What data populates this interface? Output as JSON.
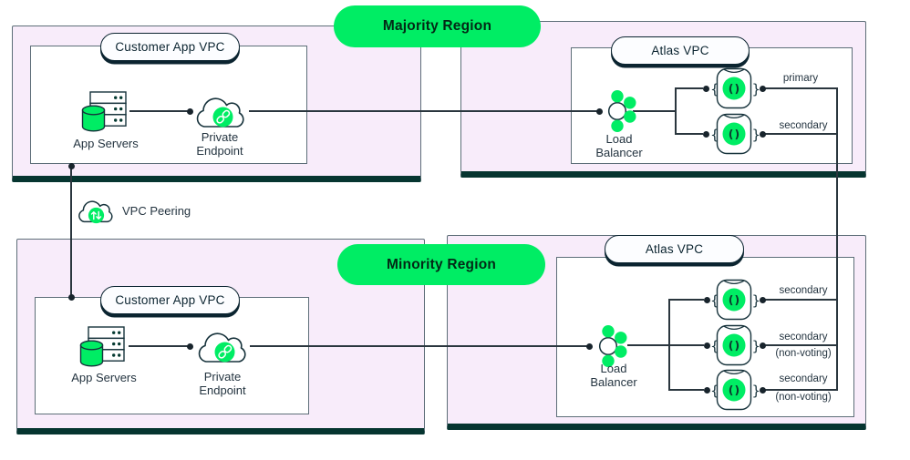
{
  "colors": {
    "accent_green": "#00ED64",
    "region_fill": "#F8ECFA",
    "region_shadow": "#063530",
    "ink": "#001E2B"
  },
  "vpc_peering": {
    "label": "VPC Peering"
  },
  "regions": {
    "majority": {
      "badge": "Majority Region",
      "customer_vpc": {
        "label": "Customer App VPC",
        "app_servers": "App Servers",
        "private_endpoint": "Private Endpoint"
      },
      "atlas_vpc": {
        "label": "Atlas VPC",
        "load_balancer": "Load Balancer",
        "nodes": [
          {
            "label": "primary",
            "sublabel": ""
          },
          {
            "label": "secondary",
            "sublabel": ""
          }
        ]
      }
    },
    "minority": {
      "badge": "Minority Region",
      "customer_vpc": {
        "label": "Customer App VPC",
        "app_servers": "App Servers",
        "private_endpoint": "Private Endpoint"
      },
      "atlas_vpc": {
        "label": "Atlas VPC",
        "load_balancer": "Load Balancer",
        "nodes": [
          {
            "label": "secondary",
            "sublabel": ""
          },
          {
            "label": "secondary",
            "sublabel": "(non-voting)"
          },
          {
            "label": "secondary",
            "sublabel": "(non-voting)"
          }
        ]
      }
    }
  }
}
